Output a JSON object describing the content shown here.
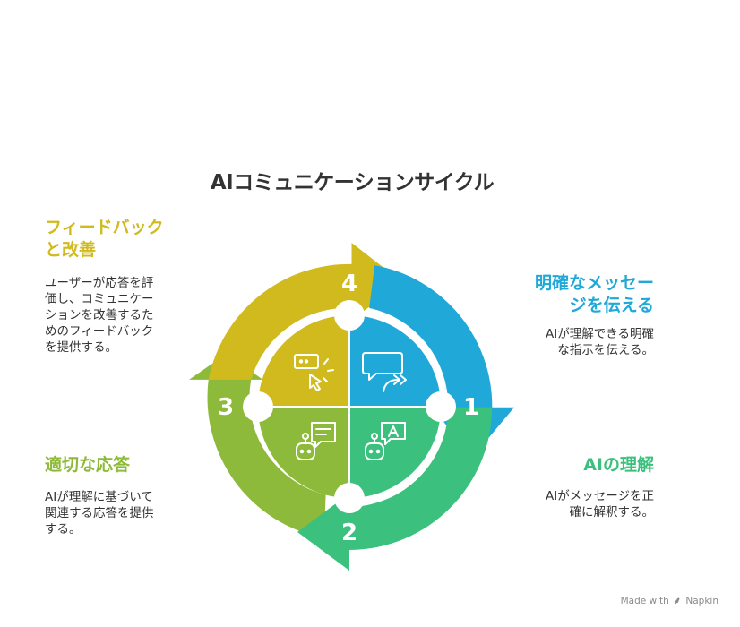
{
  "title": "AIコミュニケーションサイクル",
  "steps": [
    {
      "number": "1",
      "heading_lines": [
        "明確なメッセー",
        "ジを伝える"
      ],
      "desc_lines": [
        "AIが理解できる明確",
        "な指示を伝える。"
      ],
      "color": "#1fa8d8",
      "icon": "chat-bubble-reply-icon"
    },
    {
      "number": "2",
      "heading_lines": [
        "AIの理解"
      ],
      "desc_lines": [
        "AIがメッセージを正",
        "確に解釈する。"
      ],
      "color": "#3cc07d",
      "icon": "robot-speech-icon"
    },
    {
      "number": "3",
      "heading_lines": [
        "適切な応答"
      ],
      "desc_lines": [
        "AIが理解に基づいて",
        "関連する応答を提供",
        "する。"
      ],
      "color": "#8dba3a",
      "icon": "robot-message-icon"
    },
    {
      "number": "4",
      "heading_lines": [
        "フィードバック",
        "と改善"
      ],
      "desc_lines": [
        "ユーザーが応答を評",
        "価し、コミュニケー",
        "ションを改善するた",
        "めのフィードバック",
        "を提供する。"
      ],
      "color": "#d1ba1e",
      "icon": "feedback-click-icon"
    }
  ],
  "footer": {
    "prefix": "Made with",
    "brand": "Napkin"
  }
}
